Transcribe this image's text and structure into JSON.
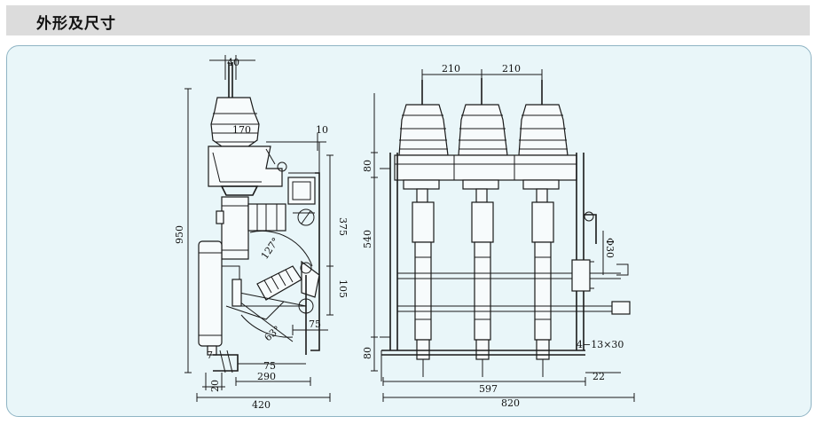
{
  "header": {
    "title": "外形及尺寸"
  },
  "side_view": {
    "dims": {
      "top_width": "40",
      "top_small": "170",
      "right_top": "10",
      "height_total": "950",
      "height_upper": "375",
      "height_lower": "105",
      "angle_1": "127°",
      "angle_2": "63°",
      "bottom_75a": "75",
      "bottom_75b": "75",
      "bottom_7": "7",
      "bottom_20": "20",
      "depth_290": "290",
      "depth_420": "420"
    }
  },
  "front_view": {
    "dims": {
      "pitch_1": "210",
      "pitch_2": "210",
      "top_80": "80",
      "mid_540": "540",
      "bottom_80": "80",
      "shaft_dia": "Φ30",
      "slot": "4−13×30",
      "width_597": "597",
      "width_820": "820",
      "offset_22": "22"
    }
  }
}
